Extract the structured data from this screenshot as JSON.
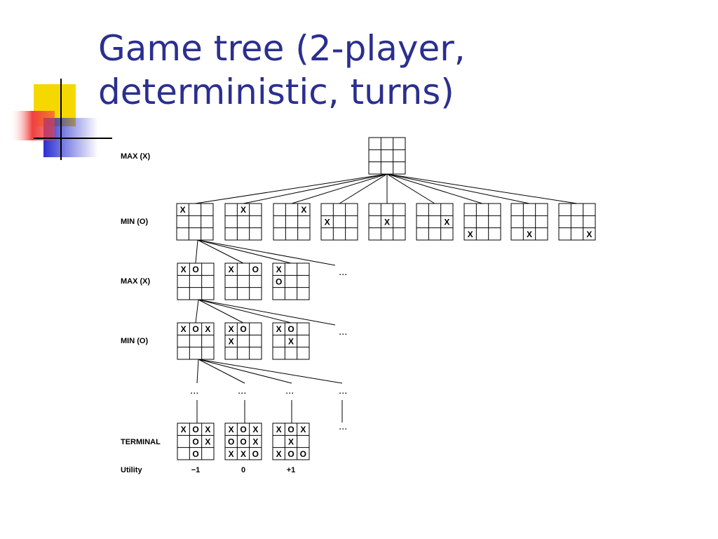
{
  "slide": {
    "title_line1": "Game tree (2-player,",
    "title_line2": "deterministic, turns)"
  },
  "colors": {
    "title": "#2b2f8f",
    "deco_yellow": "#f5d800",
    "deco_blue": "#2b2fd0",
    "deco_red": "#f04040"
  },
  "tree": {
    "level_labels": [
      "MAX (X)",
      "MIN (O)",
      "MAX (X)",
      "MIN (O)",
      "TERMINAL"
    ],
    "utility_label": "Utility",
    "ellipsis": "...",
    "boards": {
      "root": [
        "",
        "",
        "",
        "",
        "",
        "",
        "",
        "",
        ""
      ],
      "level1": [
        [
          "X",
          "",
          "",
          "",
          "",
          "",
          "",
          "",
          ""
        ],
        [
          "",
          "X",
          "",
          "",
          "",
          "",
          "",
          "",
          ""
        ],
        [
          "",
          "",
          "X",
          "",
          "",
          "",
          "",
          "",
          ""
        ],
        [
          "",
          "",
          "",
          "X",
          "",
          "",
          "",
          "",
          ""
        ],
        [
          "",
          "",
          "",
          "",
          "X",
          "",
          "",
          "",
          ""
        ],
        [
          "",
          "",
          "",
          "",
          "",
          "X",
          "",
          "",
          ""
        ],
        [
          "",
          "",
          "",
          "",
          "",
          "",
          "X",
          "",
          ""
        ],
        [
          "",
          "",
          "",
          "",
          "",
          "",
          "",
          "X",
          ""
        ],
        [
          "",
          "",
          "",
          "",
          "",
          "",
          "",
          "",
          "X"
        ]
      ],
      "level2": [
        [
          "X",
          "O",
          "",
          "",
          "",
          "",
          "",
          "",
          ""
        ],
        [
          "X",
          "",
          "O",
          "",
          "",
          "",
          "",
          "",
          ""
        ],
        [
          "X",
          "",
          "",
          "O",
          "",
          "",
          "",
          "",
          ""
        ]
      ],
      "level3": [
        [
          "X",
          "O",
          "X",
          "",
          "",
          "",
          "",
          "",
          ""
        ],
        [
          "X",
          "O",
          "",
          "X",
          "",
          "",
          "",
          "",
          ""
        ],
        [
          "X",
          "O",
          "",
          "",
          "X",
          "",
          "",
          "",
          ""
        ]
      ],
      "terminal": [
        [
          "X",
          "O",
          "X",
          "",
          "O",
          "X",
          "",
          "O",
          ""
        ],
        [
          "X",
          "O",
          "X",
          "O",
          "O",
          "X",
          "X",
          "X",
          "O"
        ],
        [
          "X",
          "O",
          "X",
          "",
          "X",
          "",
          "X",
          "O",
          "O"
        ]
      ]
    },
    "utilities": [
      "−1",
      "0",
      "+1"
    ]
  }
}
